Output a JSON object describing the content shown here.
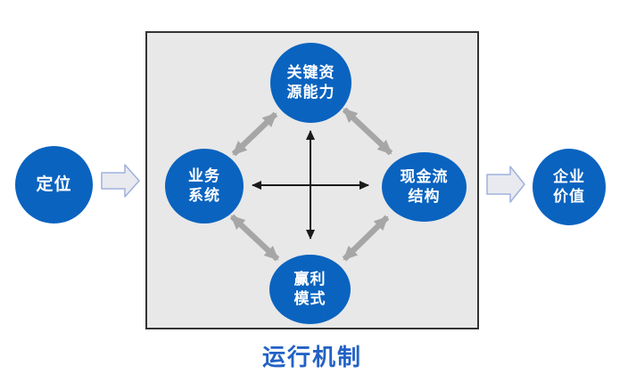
{
  "diagram": {
    "caption": "运行机制",
    "nodes": {
      "positioning": {
        "label": "定位"
      },
      "key_resources": {
        "lines": [
          "关键资",
          "源能力"
        ]
      },
      "business_system": {
        "lines": [
          "业务",
          "系统"
        ]
      },
      "cash_flow": {
        "lines": [
          "现金流",
          "结构"
        ]
      },
      "profit_model": {
        "lines": [
          "赢利",
          "模式"
        ]
      },
      "enterprise_value": {
        "lines": [
          "企业",
          "价值"
        ]
      }
    },
    "connectors": [
      {
        "name": "positioning-to-mechanism",
        "style": "light-block-arrow",
        "direction": "right"
      },
      {
        "name": "mechanism-to-enterprise-value",
        "style": "light-block-arrow",
        "direction": "right"
      },
      {
        "name": "business-system-key-resources",
        "style": "gray-double-arrow"
      },
      {
        "name": "key-resources-cash-flow",
        "style": "gray-double-arrow"
      },
      {
        "name": "business-system-profit-model",
        "style": "gray-double-arrow"
      },
      {
        "name": "profit-model-cash-flow",
        "style": "gray-double-arrow"
      },
      {
        "name": "center-cross-horizontal",
        "style": "black-double-arrow"
      },
      {
        "name": "center-cross-vertical",
        "style": "black-double-arrow"
      }
    ]
  },
  "colors": {
    "circle_blue": "#0a63bf",
    "box_fill": "#e8e8e8",
    "box_border": "#333333",
    "gray_arrow": "#a6a6a6",
    "black_arrow": "#1a1a1a",
    "block_arrow_fill": "#e9eaef",
    "block_arrow_border": "#9fb1dd",
    "caption_blue": "#2262c6"
  }
}
